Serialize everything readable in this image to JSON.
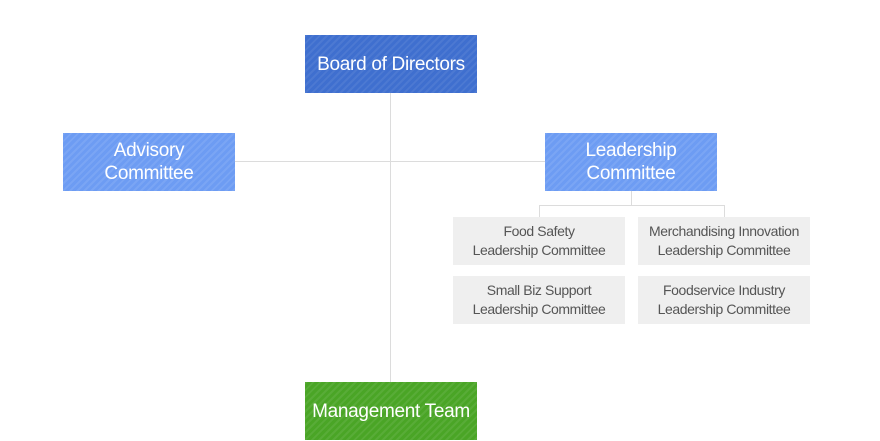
{
  "board": {
    "label": "Board of Directors"
  },
  "advisory": {
    "line1": "Advisory",
    "line2": "Committee"
  },
  "leadership": {
    "line1": "Leadership",
    "line2": "Committee"
  },
  "management": {
    "label": "Management Team"
  },
  "sub_committees": [
    {
      "line1": "Food Safety",
      "line2": "Leadership Committee"
    },
    {
      "line1": "Merchandising Innovation",
      "line2": "Leadership Committee"
    },
    {
      "line1": "Small Biz Support",
      "line2": "Leadership Committee"
    },
    {
      "line1": "Foodservice Industry",
      "line2": "Leadership Committee"
    }
  ],
  "colors": {
    "board": "#3f6fcf",
    "committee": "#6d9cf3",
    "management": "#4aa526",
    "sub_box": "#efefef",
    "connector": "#dcdcdc"
  }
}
